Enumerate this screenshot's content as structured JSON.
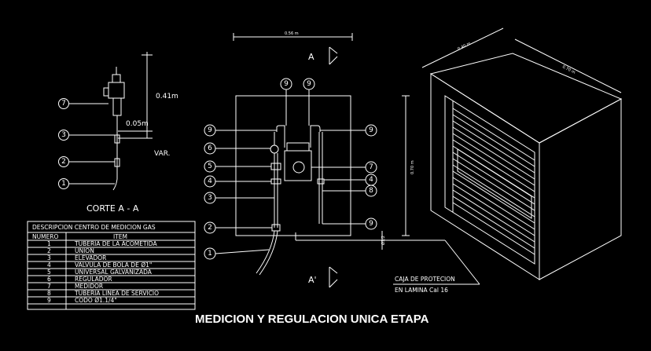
{
  "title": "MEDICION Y REGULACION UNICA ETAPA",
  "section": {
    "label": "CORTE A - A",
    "dim_top": "0.41m",
    "dim_mid": "0.05m",
    "dim_var": "VAR.",
    "callouts": [
      "7",
      "3",
      "2",
      "1"
    ]
  },
  "elevation": {
    "dim_width": "0.56 m",
    "cut_top": "A",
    "cut_bottom": "A'",
    "dim_height": "0.70 m",
    "left_callouts": [
      "9",
      "6",
      "5",
      "4",
      "3",
      "2",
      "1"
    ],
    "right_callouts": [
      "9",
      "7",
      "4",
      "8",
      "9"
    ],
    "top_callouts": [
      "9",
      "9"
    ],
    "pipe_tag": "Ø1/2"
  },
  "box": {
    "dim_depth": "0.40 m",
    "dim_width": "0.70 m",
    "note_line1": "CAJA DE PROTECION",
    "note_line2": "EN LAMINA Cal 16"
  },
  "table": {
    "caption": "DESCRIPCION CENTRO DE MEDICION GAS",
    "col_num": "NUMERO",
    "col_item": "ITEM",
    "rows": [
      {
        "num": "1",
        "item": "TUBERIA DE LA ACOMETIDA"
      },
      {
        "num": "2",
        "item": "UNION"
      },
      {
        "num": "3",
        "item": "ELEVADOR"
      },
      {
        "num": "4",
        "item": "VALVULA DE BOLA DE Ø1\""
      },
      {
        "num": "5",
        "item": "UNIVERSAL GALVANIZADA"
      },
      {
        "num": "6",
        "item": "REGULADOR"
      },
      {
        "num": "7",
        "item": "MEDIDOR"
      },
      {
        "num": "8",
        "item": "TUBERIA LINEA DE SERVICIO"
      },
      {
        "num": "9",
        "item": "CODO Ø1.1/4\""
      }
    ]
  }
}
